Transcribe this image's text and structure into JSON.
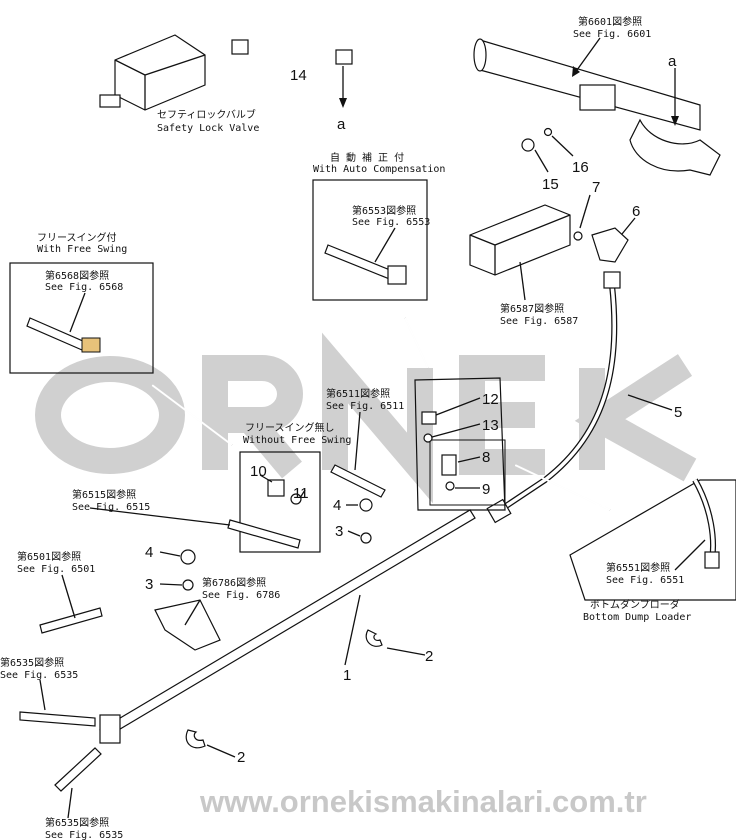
{
  "watermark": {
    "brand": "ORNEK",
    "url": "www.ornekismakinalari.com.tr"
  },
  "labels": {
    "safety_valve": {
      "jp": "セフティロックバルブ",
      "en": "Safety Lock Valve"
    },
    "fig6601": {
      "jp": "第6601図参照",
      "en": "See Fig. 6601"
    },
    "auto_comp": {
      "jp": "自 動 補 正 付",
      "en": "With Auto Compensation"
    },
    "fig6553": {
      "jp": "第6553図参照",
      "en": "See Fig. 6553"
    },
    "free_swing": {
      "jp": "フリースイング付",
      "en": "With Free Swing"
    },
    "fig6568": {
      "jp": "第6568図参照",
      "en": "See Fig. 6568"
    },
    "fig6587": {
      "jp": "第6587図参照",
      "en": "See Fig. 6587"
    },
    "fig6511": {
      "jp": "第6511図参照",
      "en": "See Fig. 6511"
    },
    "no_free_swing": {
      "jp": "フリースイング無し",
      "en": "Without Free Swing"
    },
    "fig6515": {
      "jp": "第6515図参照",
      "en": "See Fig. 6515"
    },
    "fig6786": {
      "jp": "第6786図参照",
      "en": "See Fig. 6786"
    },
    "fig6501": {
      "jp": "第6501図参照",
      "en": "See Fig. 6501"
    },
    "fig6535a": {
      "jp": "第6535図参照",
      "en": "See Fig. 6535"
    },
    "fig6535b": {
      "jp": "第6535図参照",
      "en": "See Fig. 6535"
    },
    "fig6551": {
      "jp": "第6551図参照",
      "en": "See Fig. 6551"
    },
    "bottom_dump": {
      "jp": "ボトムダンプローダ",
      "en": "Bottom Dump Loader"
    }
  },
  "callouts": {
    "a1": "a",
    "a2": "a",
    "p14": "14",
    "p16": "16",
    "p15": "15",
    "p7": "7",
    "p6": "6",
    "p5": "5",
    "p12": "12",
    "p13": "13",
    "p8": "8",
    "p9": "9",
    "p10": "10",
    "p11": "11",
    "p4a": "4",
    "p3a": "3",
    "p4b": "4",
    "p3b": "3",
    "p1": "1",
    "p2a": "2",
    "p2b": "2"
  }
}
